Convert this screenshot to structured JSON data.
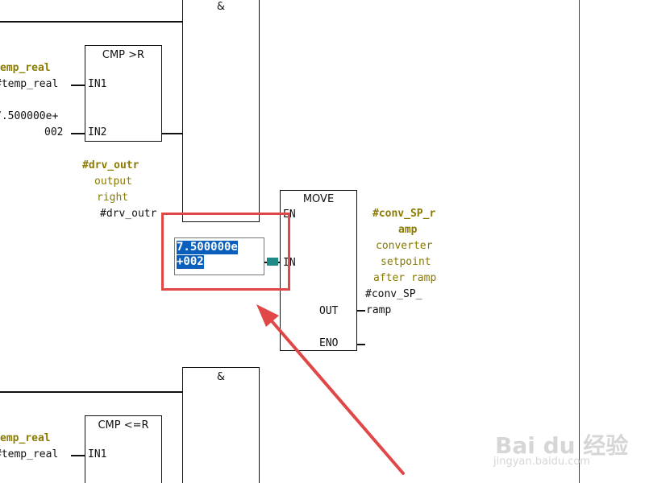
{
  "network_top": {
    "and_block": {
      "title": "&"
    },
    "cmp_gt": {
      "title": "CMP >R",
      "in1_label": "IN1",
      "in2_label": "IN2",
      "in1_symbol": "emp_real",
      "in1_operand": "#temp_real",
      "in2_operand_line1": "7.500000e+",
      "in2_operand_line2": "002"
    },
    "drv_outr": {
      "symbol": "#drv_outr",
      "comment_line1": "output",
      "comment_line2": "right",
      "operand": "#drv_outr"
    },
    "move_block": {
      "title": "MOVE",
      "en_label": "EN",
      "in_label": "IN",
      "out_label": "OUT",
      "eno_label": "ENO",
      "in_edit_line1": "7.500000e",
      "in_edit_line2": "+002"
    },
    "conv_sp": {
      "symbol_line1": "#conv_SP_r",
      "symbol_line2": "amp",
      "comment_line1": "converter",
      "comment_line2": "setpoint",
      "comment_line3": "after ramp",
      "operand_line1": "#conv_SP_",
      "operand_line2": "ramp"
    }
  },
  "network_bottom": {
    "and_block": {
      "title": "&"
    },
    "cmp_le": {
      "title": "CMP <=R",
      "in1_label": "IN1",
      "in1_symbol": "emp_real",
      "in1_operand": "#temp_real"
    }
  },
  "watermark": {
    "logo_text": "Bai du 经验",
    "url": "jingyan.baidu.com"
  },
  "colors": {
    "symbol_color": "#8a7a00",
    "highlight_red": "#e04848",
    "edit_selection": "#0a5fbd"
  }
}
